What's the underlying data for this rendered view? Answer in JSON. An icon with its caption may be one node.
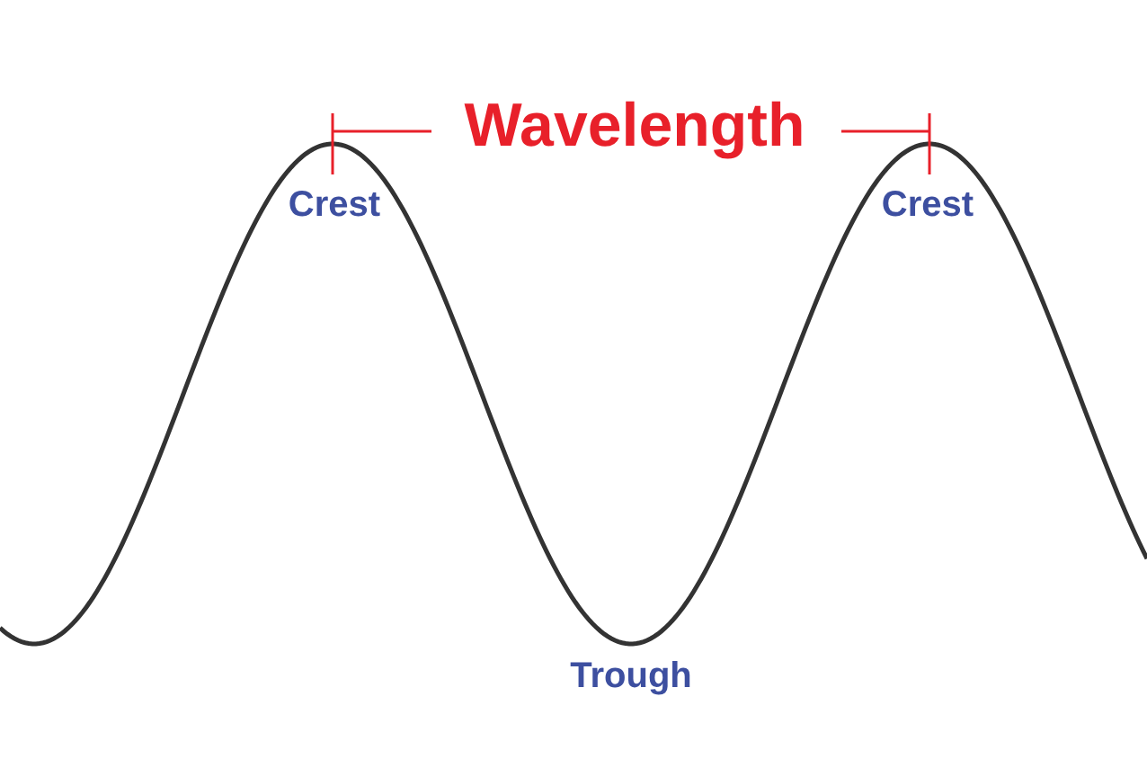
{
  "diagram": {
    "labels": [
      "Wavelength",
      "Crest",
      "Crest",
      "Trough"
    ]
  }
}
